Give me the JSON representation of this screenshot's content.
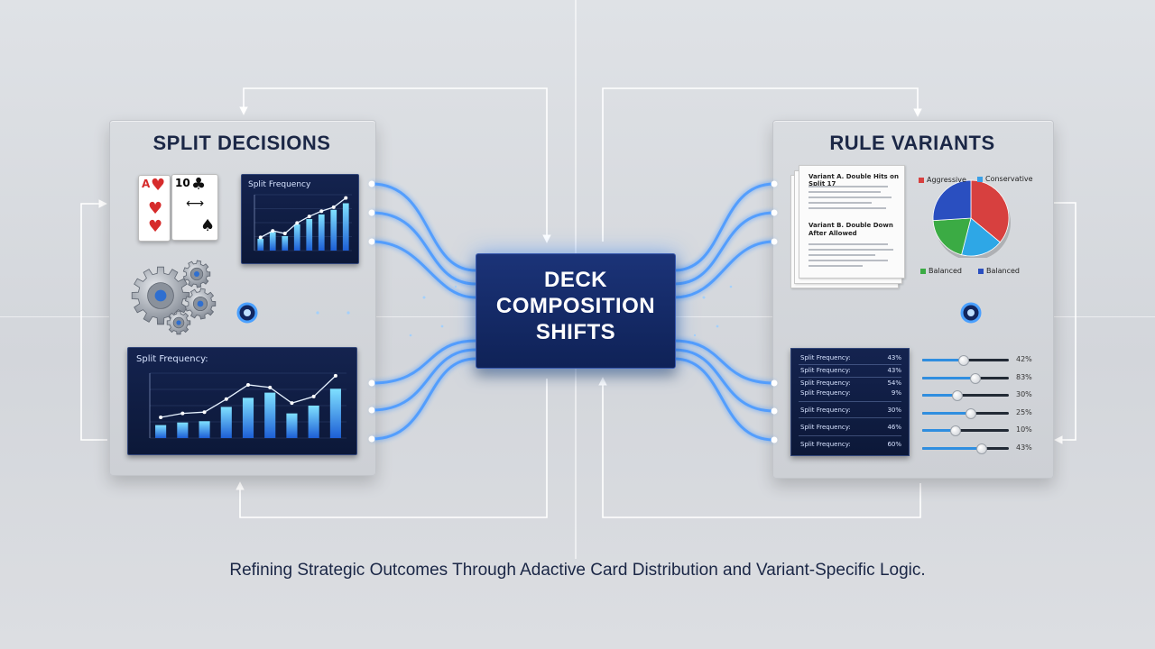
{
  "central": {
    "line1": "DECK",
    "line2": "COMPOSITION",
    "line3": "SHIFTS"
  },
  "left_panel": {
    "title": "SPLIT DECISIONS",
    "cards": [
      {
        "rank": "A",
        "suit": "♥",
        "color": "#d62b2b"
      },
      {
        "rank": "10",
        "suit": "♣",
        "color": "#111111"
      }
    ],
    "small_chart": {
      "title": "Split Frequency",
      "bars": [
        18,
        28,
        22,
        40,
        48,
        55,
        62,
        72
      ],
      "line": [
        20,
        30,
        26,
        42,
        52,
        60,
        66,
        80
      ]
    },
    "large_chart": {
      "title": "Split Frequency:",
      "bars": [
        20,
        24,
        26,
        48,
        62,
        70,
        38,
        50,
        76
      ],
      "line": [
        32,
        38,
        40,
        60,
        82,
        78,
        54,
        64,
        96
      ]
    }
  },
  "right_panel": {
    "title": "RULE VARIANTS",
    "doc_heading_1": "Variant A. Double Hits on Split 17",
    "doc_heading_2": "Variant B. Double Down After Allowed",
    "pie": {
      "legend": [
        "Aggressive",
        "Conservative",
        "Balanced",
        "Balanced"
      ],
      "slices": [
        {
          "value": 36,
          "color": "#d7403f"
        },
        {
          "value": 18,
          "color": "#2ea7e6"
        },
        {
          "value": 20,
          "color": "#3bab44"
        },
        {
          "value": 26,
          "color": "#2a4fc0"
        }
      ],
      "colors": [
        "#d7403f",
        "#3aa0e6",
        "#3bab44",
        "#2a4fc0"
      ]
    },
    "table": {
      "rows": [
        {
          "label": "Split Frequency:",
          "value": "43%"
        },
        {
          "label": "Split Frequency:",
          "value": "43%"
        },
        {
          "label": "Split Frequency:",
          "value": "54%"
        },
        {
          "label": "Split Frequency:",
          "value": "9%"
        },
        {
          "label": "Split Frequency:",
          "value": "30%"
        },
        {
          "label": "Split Frequency:",
          "value": "46%"
        },
        {
          "label": "Split Frequency:",
          "value": "60%"
        }
      ]
    },
    "sliders": [
      {
        "fraction": 0.47,
        "label": "42%"
      },
      {
        "fraction": 0.6,
        "label": "83%"
      },
      {
        "fraction": 0.4,
        "label": "30%"
      },
      {
        "fraction": 0.55,
        "label": "25%"
      },
      {
        "fraction": 0.37,
        "label": "10%"
      },
      {
        "fraction": 0.68,
        "label": "43%"
      }
    ]
  },
  "caption": "Refining Strategic Outcomes Through Adactive Card Distribution and Variant-Specific Logic."
}
